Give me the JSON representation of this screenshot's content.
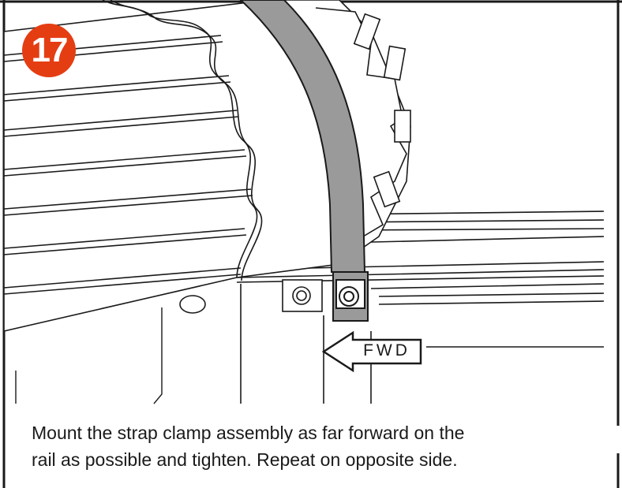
{
  "step": {
    "number": "17",
    "badge_color": "#e53d12"
  },
  "illustration": {
    "direction_label": "FWD",
    "strap_color": "#9a9a9a",
    "line_color": "#1a1a1a"
  },
  "caption": {
    "line1": "Mount the strap clamp assembly as far forward on the",
    "line2": "rail as possible and tighten. Repeat on opposite side."
  }
}
